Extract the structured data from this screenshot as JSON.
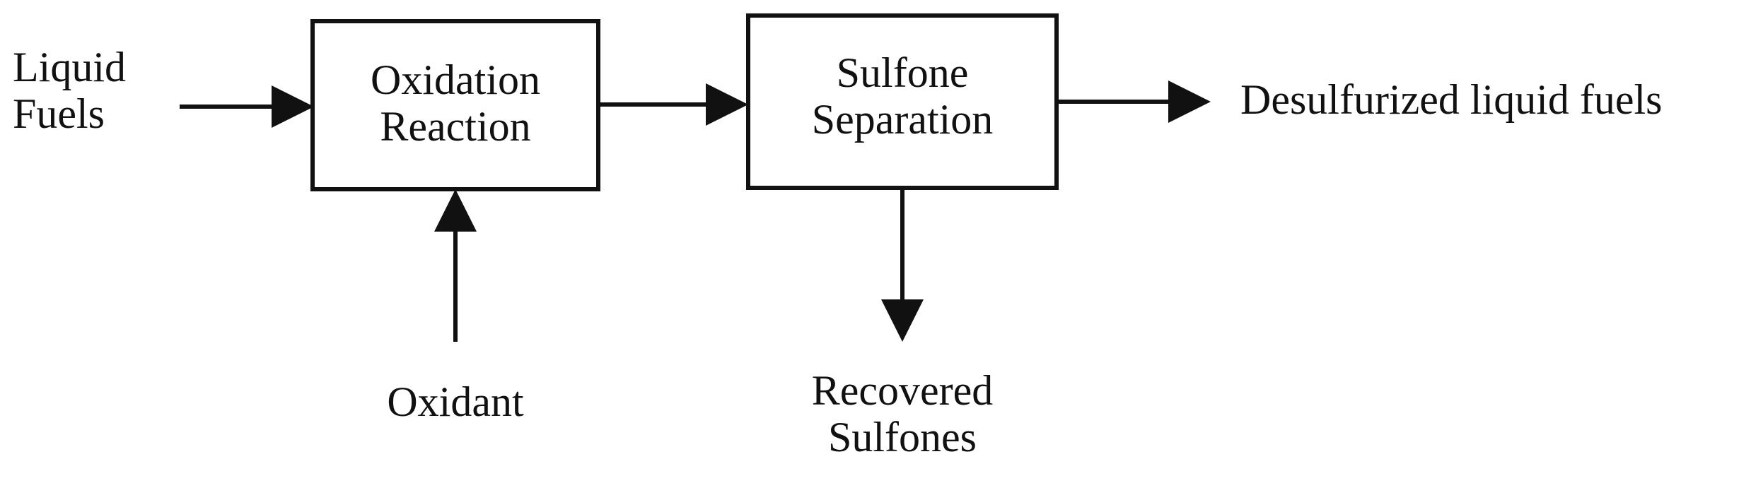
{
  "diagram": {
    "input_label": [
      "Liquid",
      "Fuels"
    ],
    "oxidation_box": [
      "Oxidation",
      "Reaction"
    ],
    "separation_box": [
      "Sulfone",
      "Separation"
    ],
    "output_label": "Desulfurized liquid fuels",
    "oxidant_label": "Oxidant",
    "byproduct_label": [
      "Recovered",
      "Sulfones"
    ]
  },
  "colors": {
    "stroke": "#111111",
    "text": "#111111",
    "background": "#ffffff"
  }
}
